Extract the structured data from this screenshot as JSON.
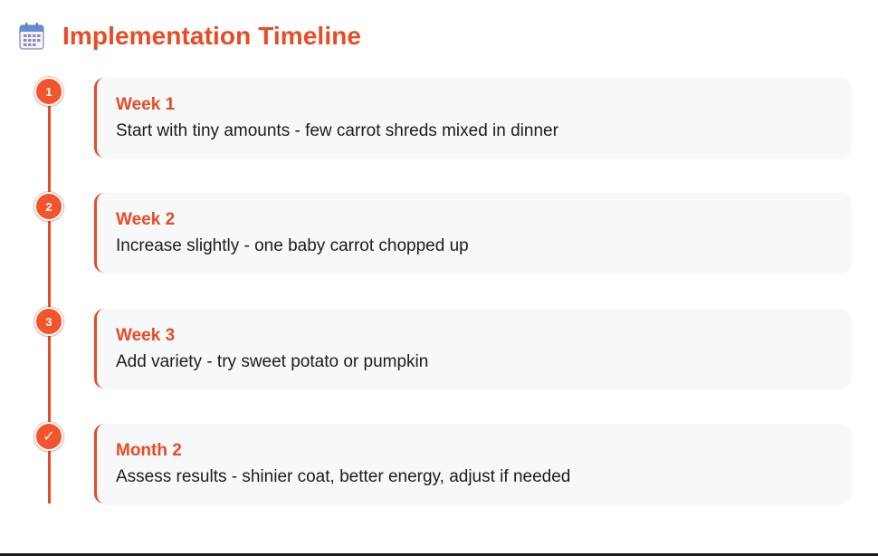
{
  "header": {
    "icon": "calendar-icon",
    "title": "Implementation Timeline"
  },
  "colors": {
    "accent": "#ea4a24",
    "marker": "#f2542d",
    "card_background": "#f7f8fa",
    "text": "#1c1c1c"
  },
  "timeline": {
    "steps": [
      {
        "marker": "1",
        "title": "Week 1",
        "text": "Start with tiny amounts - few carrot shreds mixed in dinner"
      },
      {
        "marker": "2",
        "title": "Week 2",
        "text": "Increase slightly - one baby carrot chopped up"
      },
      {
        "marker": "3",
        "title": "Week 3",
        "text": "Add variety - try sweet potato or pumpkin"
      },
      {
        "marker": "✓",
        "title": "Month 2",
        "text": "Assess results - shinier coat, better energy, adjust if needed"
      }
    ]
  }
}
